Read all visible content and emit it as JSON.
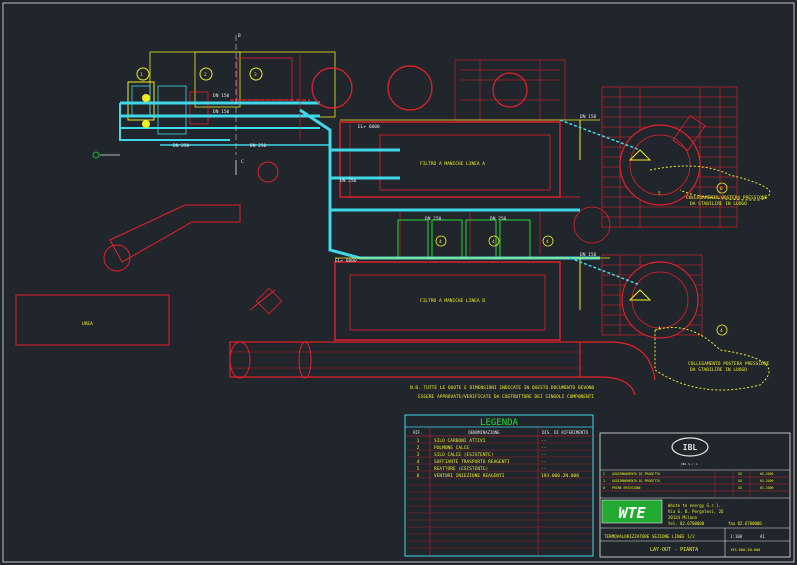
{
  "drawing": {
    "note_line1": "N.B. TUTTE LE QUOTE E DIMENSIONI INDICATE IN QUESTO DOCUMENTO DEVONO",
    "note_line2": "ESSERE APPROVATE/VERIFICATE DA COSTRUTTORE DEI SINGOLI COMPONENTI",
    "filter_a": "FILTRO A MANICHE LINEA A",
    "filter_b": "FILTRO A MANICHE LINEA B",
    "box_label": "UREA",
    "line_labels": [
      "DN 150",
      "DN 150",
      "DN 250",
      "DN 250",
      "DN 250",
      "DN 250",
      "DN 250",
      "DN 150",
      "DN 150"
    ],
    "el_labels": [
      "EL+ 6000",
      "EL+ 6000"
    ],
    "callout_a_1": "COLLEGAMENTO POSTERA PRESSIONE",
    "callout_a_2": "DA STABILIRE IN LUOGO",
    "callout_b_1": "COLLEGAMENTO POSTERA PRESSIONE",
    "callout_b_2": "DA STABILIRE IN LUOGO",
    "bubbles": [
      "1",
      "2",
      "3",
      "4",
      "5",
      "6",
      "4",
      "4",
      "4",
      "4"
    ],
    "section_marks": [
      "B",
      "C"
    ]
  },
  "legend": {
    "title": "LEGENDA",
    "headers": [
      "RIF.",
      "DENOMINAZIONE",
      "DIS. DI RIFERIMENTO"
    ],
    "rows": [
      {
        "rif": "1",
        "name": "SILO CARBONI ATTIVI",
        "ref": "--"
      },
      {
        "rif": "2",
        "name": "POLMONE CALCE",
        "ref": "--"
      },
      {
        "rif": "3",
        "name": "SILO CALCE (ESISTENTE)",
        "ref": "--"
      },
      {
        "rif": "4",
        "name": "SOFFIANTE TRASPORTO REAGENTI",
        "ref": "--"
      },
      {
        "rif": "5",
        "name": "REATTORE (ESISTENTE)",
        "ref": "--"
      },
      {
        "rif": "6",
        "name": "VENTURI INIEZIONE REAGENTI",
        "ref": "193.000.2N.000"
      }
    ]
  },
  "titleblock": {
    "logo": "IBL",
    "company_small": "IBL S.r.l.",
    "wte": "WTE",
    "client_line1": "Waste to energy S.r.l.",
    "client_line2": "Via G. B. Pergolesi, 26",
    "client_line3": "20124 Milano",
    "tel": "tel. 02.6700000",
    "fax": "fax 02.6700000",
    "plant": "TERMOVALORIZZATORE SEZIONE LINEE 1/2",
    "title": "LAY-OUT - PIANTA",
    "scale": "1:100",
    "format": "A1",
    "drawing_no": "193.000.2N.000",
    "revisions": [
      {
        "rev": "2",
        "desc": "AGGIORNAMENTO DI PROGETTO",
        "by": "GG",
        "date": "05.2009"
      },
      {
        "rev": "1",
        "desc": "AGGIORNAMENTO DI PROGETTO",
        "by": "GG",
        "date": "03.2009"
      },
      {
        "rev": "0",
        "desc": "PRIMA EMISSIONE",
        "by": "GG",
        "date": "01.2009"
      }
    ]
  },
  "colors": {
    "background": "#21252c",
    "red": "#e8202a",
    "yellow": "#eeee22",
    "cyan": "#3fd8e8",
    "green": "#22dd33",
    "white": "#e6e6e6",
    "magenta": "#d040d0"
  }
}
